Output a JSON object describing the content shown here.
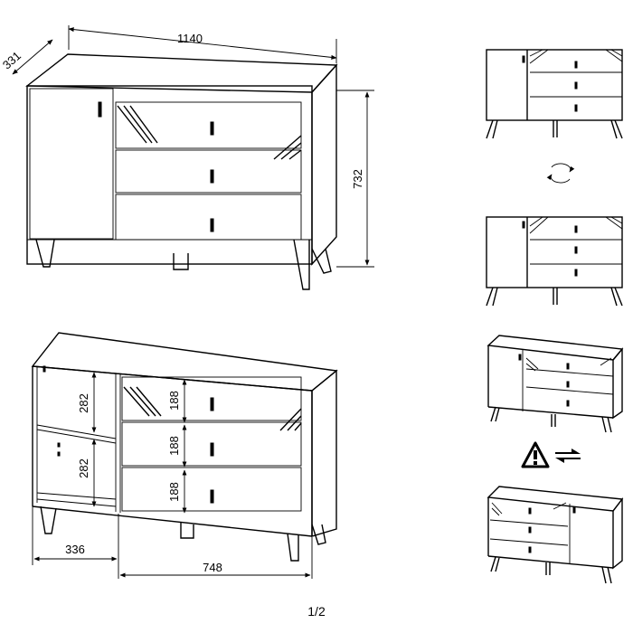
{
  "dimensions": {
    "width": "1140",
    "depth": "331",
    "height": "732",
    "shelf_upper": "282",
    "shelf_lower": "282",
    "drawer_1": "188",
    "drawer_2": "188",
    "drawer_3": "188",
    "left_section_width": "336",
    "right_section_width": "748"
  },
  "page_number": "1/2",
  "icons": [
    "rotate-arrows-icon",
    "warning-triangle-icon",
    "swap-arrows-icon"
  ]
}
